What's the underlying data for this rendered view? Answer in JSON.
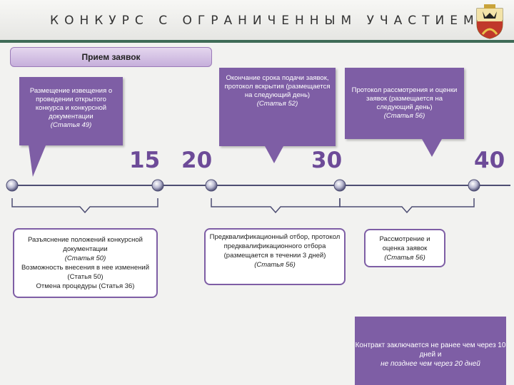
{
  "header": {
    "title": "КОНКУРС С ОГРАНИЧЕННЫМ УЧАСТИЕМ",
    "emblem_icon": "coat-of-arms"
  },
  "top_tab": {
    "label": "Прием заявок"
  },
  "bubbles": [
    {
      "text": "Размещение извещения о проведении открытого конкурса и конкурсной документации",
      "ref": "(Статья 49)"
    },
    {
      "text": "Окончание срока подачи заявок, протокол вскрытия (размещается на следующий день)",
      "ref": "(Статья 52)"
    },
    {
      "text": "Протокол рассмотрения и оценки заявок (размещается на следующий день)",
      "ref": "(Статья 56)"
    }
  ],
  "days": [
    "15",
    "20",
    "30",
    "40"
  ],
  "boxes": {
    "b1": {
      "l1": "Разъяснение положений конкурсной документации",
      "l2": "(Статья 50)",
      "l3": "Возможность внесения в нее изменений (Статья 50)",
      "l4": "Отмена процедуры (Статья 36)"
    },
    "b2": {
      "l1": "Предквалификационный отбор, протокол предквалификационного отбора (размещается в течении 3 дней)",
      "l2": "(Статья 56)"
    },
    "b3": {
      "l1": "Рассмотрение и оценка заявок",
      "l2": "(Статья 56)"
    }
  },
  "contract": {
    "l1": "Контракт заключается не ранее чем через 10 дней и",
    "l2": "не позднее чем через 20 дней"
  },
  "colors": {
    "accent": "#7e5ea5",
    "header_line": "#3f6b57",
    "day_number": "#6d4b98"
  }
}
